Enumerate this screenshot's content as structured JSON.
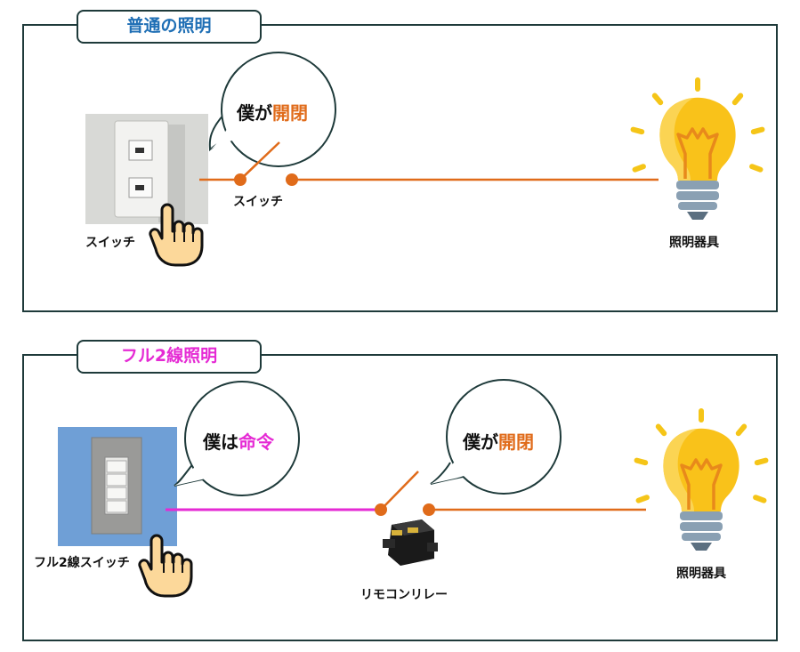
{
  "sections": [
    {
      "title": "普通の照明",
      "switch_label": "スイッチ",
      "contact_label": "スイッチ",
      "bubble": {
        "prefix": "僕が",
        "highlight": "開閉"
      },
      "lamp_label": "照明器具"
    },
    {
      "title": "フル2線照明",
      "switch_label": "フル2線スイッチ",
      "bubble_switch": {
        "prefix": "僕は",
        "highlight": "命令"
      },
      "bubble_relay": {
        "prefix": "僕が",
        "highlight": "開閉"
      },
      "relay_label": "リモコンリレー",
      "lamp_label": "照明器具"
    }
  ],
  "colors": {
    "orange": "#e06b1a",
    "magenta": "#e52ad4",
    "blue": "#1f6fb5",
    "frame": "#1e3a3a"
  },
  "icons": [
    "pointing-hand-icon",
    "light-bulb-icon",
    "wall-switch-icon",
    "remote-relay-icon"
  ]
}
